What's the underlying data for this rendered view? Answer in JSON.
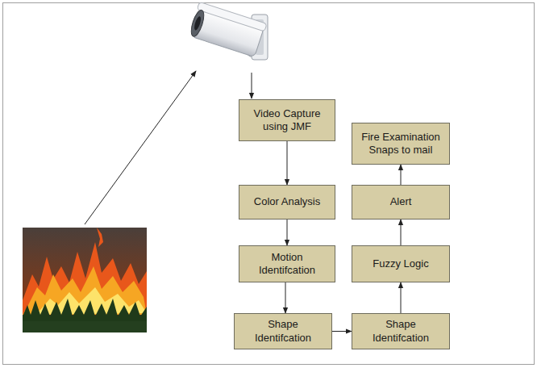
{
  "diagram": {
    "nodes": [
      {
        "text": [
          "Video Capture using JMF"
        ]
      },
      {
        "text": [
          "Color Analysis"
        ]
      },
      {
        "text": [
          "Motion Identifcation"
        ]
      },
      {
        "text": [
          "Shape Identifcation"
        ]
      },
      {
        "text": [
          "Shape Identifcation"
        ]
      },
      {
        "text": [
          "Fuzzy Logic"
        ]
      },
      {
        "text": [
          "Alert"
        ]
      },
      {
        "text": [
          "Fire Examination Snaps to mail"
        ]
      }
    ],
    "edges": [
      {
        "from": 0,
        "to": 1,
        "arrow": "to"
      },
      {
        "from": 1,
        "to": 2,
        "arrow": "to"
      },
      {
        "from": 2,
        "to": 3,
        "arrow": "to"
      },
      {
        "from": 3,
        "to": 4,
        "arrow": "to"
      },
      {
        "from": 4,
        "to": 5,
        "arrow": "to"
      },
      {
        "from": 5,
        "to": 6,
        "arrow": "to"
      },
      {
        "from": 6,
        "to": 7,
        "arrow": "to"
      }
    ]
  }
}
